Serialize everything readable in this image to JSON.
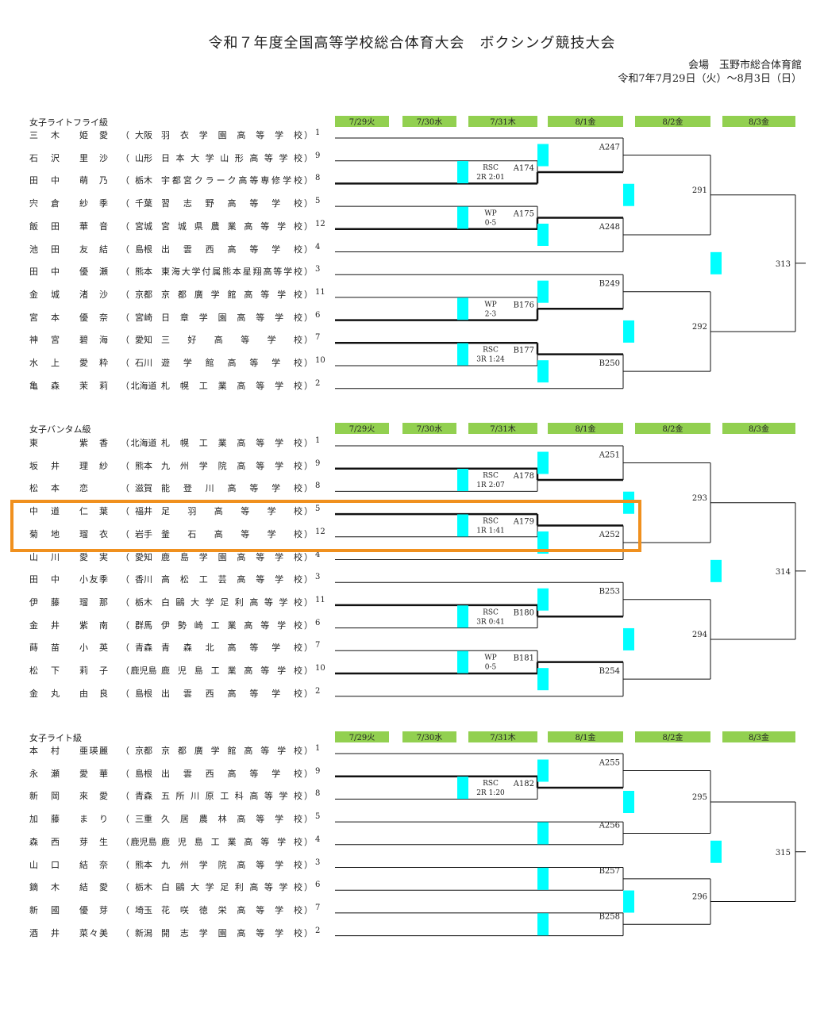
{
  "header": {
    "title": "令和７年度全国高等学校総合体育大会　ボクシング競技大会",
    "venue": "会場　玉野市総合体育館",
    "period": "令和7年7月29日（火）〜8月3日（日）"
  },
  "dates": [
    "7/29火",
    "7/30水",
    "7/31木",
    "8/1金",
    "8/2金",
    "8/3金"
  ],
  "colors": {
    "date_bg": "#92d050",
    "marker": "#00ffff",
    "highlight": "#f0901e"
  },
  "sections": [
    {
      "title": "女子ライトフライ級",
      "entries": [
        {
          "family": "三木",
          "given": "姫愛",
          "pref": "大阪",
          "school": "羽衣学園高等学校",
          "seed": "1"
        },
        {
          "family": "石沢",
          "given": "里沙",
          "pref": "山形",
          "school": "日本大学山形高等学校",
          "seed": "9"
        },
        {
          "family": "田中",
          "given": "萌乃",
          "pref": "栃木",
          "school": "宇都宮クラーク高等専修学校",
          "seed": "8"
        },
        {
          "family": "宍倉",
          "given": "紗季",
          "pref": "千葉",
          "school": "習志野高等学校",
          "seed": "5"
        },
        {
          "family": "飯田",
          "given": "華音",
          "pref": "宮城",
          "school": "宮城県農業高等学校",
          "seed": "12"
        },
        {
          "family": "池田",
          "given": "友結",
          "pref": "島根",
          "school": "出雲西高等学校",
          "seed": "4"
        },
        {
          "family": "田中",
          "given": "優瀬",
          "pref": "熊本",
          "school": "東海大学付属熊本星翔高等学校",
          "seed": "3"
        },
        {
          "family": "金城",
          "given": "渚沙",
          "pref": "京都",
          "school": "京都廣学館高等学校",
          "seed": "11"
        },
        {
          "family": "宮本",
          "given": "優奈",
          "pref": "宮崎",
          "school": "日章学園高等学校",
          "seed": "6"
        },
        {
          "family": "神宮",
          "given": "碧海",
          "pref": "愛知",
          "school": "三好高等学校",
          "seed": "7"
        },
        {
          "family": "水上",
          "given": "愛粋",
          "pref": "石川",
          "school": "遊学館高等学校",
          "seed": "10"
        },
        {
          "family": "亀森",
          "given": "茉莉",
          "pref": "北海道",
          "school": "札幌工業高等学校",
          "seed": "2"
        }
      ],
      "matches": [
        {
          "code": "A174",
          "round": 1,
          "a": 1,
          "b": 2,
          "winner": "b",
          "method": "RSC",
          "detail": "2R 2:01"
        },
        {
          "code": "A175",
          "round": 1,
          "a": 3,
          "b": 4,
          "winner": "b",
          "method": "WP",
          "detail": "0-5"
        },
        {
          "code": "B176",
          "round": 1,
          "a": 7,
          "b": 8,
          "winner": "b",
          "method": "WP",
          "detail": "2-3"
        },
        {
          "code": "B177",
          "round": 1,
          "a": 9,
          "b": 10,
          "winner": "a",
          "method": "RSC",
          "detail": "3R 1:24"
        },
        {
          "code": "A247",
          "round": 2,
          "a": 0,
          "b": "A174"
        },
        {
          "code": "A248",
          "round": 2,
          "a": "A175",
          "b": 5
        },
        {
          "code": "B249",
          "round": 2,
          "a": 6,
          "b": "B176"
        },
        {
          "code": "B250",
          "round": 2,
          "a": "B177",
          "b": 11
        },
        {
          "code": "291",
          "round": 3,
          "a": "A247",
          "b": "A248"
        },
        {
          "code": "292",
          "round": 3,
          "a": "B249",
          "b": "B250"
        },
        {
          "code": "313",
          "round": 4,
          "a": "291",
          "b": "292"
        }
      ]
    },
    {
      "title": "女子バンタム級",
      "entries": [
        {
          "family": "東",
          "given": "紫香",
          "pref": "北海道",
          "school": "札幌工業高等学校",
          "seed": "1"
        },
        {
          "family": "坂井",
          "given": "理紗",
          "pref": "熊本",
          "school": "九州学院高等学校",
          "seed": "9"
        },
        {
          "family": "松本",
          "given": "恋",
          "pref": "滋賀",
          "school": "能登川高等学校",
          "seed": "8"
        },
        {
          "family": "中道",
          "given": "仁葉",
          "pref": "福井",
          "school": "足羽高等学校",
          "seed": "5"
        },
        {
          "family": "菊地",
          "given": "瑠衣",
          "pref": "岩手",
          "school": "釜石高等学校",
          "seed": "12"
        },
        {
          "family": "山川",
          "given": "愛実",
          "pref": "愛知",
          "school": "鹿島学園高等学校",
          "seed": "4"
        },
        {
          "family": "田中",
          "given": "小友季",
          "pref": "香川",
          "school": "高松工芸高等学校",
          "seed": "3"
        },
        {
          "family": "伊藤",
          "given": "瑠那",
          "pref": "栃木",
          "school": "白鷗大学足利高等学校",
          "seed": "11"
        },
        {
          "family": "金井",
          "given": "紫南",
          "pref": "群馬",
          "school": "伊勢崎工業高等学校",
          "seed": "6"
        },
        {
          "family": "蒔苗",
          "given": "小英",
          "pref": "青森",
          "school": "青森北高等学校",
          "seed": "7"
        },
        {
          "family": "松下",
          "given": "莉子",
          "pref": "鹿児島",
          "school": "鹿児島工業高等学校",
          "seed": "10"
        },
        {
          "family": "金丸",
          "given": "由良",
          "pref": "島根",
          "school": "出雲西高等学校",
          "seed": "2"
        }
      ],
      "matches": [
        {
          "code": "A178",
          "round": 1,
          "a": 1,
          "b": 2,
          "winner": "a",
          "method": "RSC",
          "detail": "1R 2:07"
        },
        {
          "code": "A179",
          "round": 1,
          "a": 3,
          "b": 4,
          "winner": "a",
          "method": "RSC",
          "detail": "1R 1:41"
        },
        {
          "code": "B180",
          "round": 1,
          "a": 7,
          "b": 8,
          "winner": "a",
          "method": "RSC",
          "detail": "3R 0:41"
        },
        {
          "code": "B181",
          "round": 1,
          "a": 9,
          "b": 10,
          "winner": "b",
          "method": "WP",
          "detail": "0-5"
        },
        {
          "code": "A251",
          "round": 2,
          "a": 0,
          "b": "A178"
        },
        {
          "code": "A252",
          "round": 2,
          "a": "A179",
          "b": 5
        },
        {
          "code": "B253",
          "round": 2,
          "a": 6,
          "b": "B180"
        },
        {
          "code": "B254",
          "round": 2,
          "a": "B181",
          "b": 11
        },
        {
          "code": "293",
          "round": 3,
          "a": "A251",
          "b": "A252"
        },
        {
          "code": "294",
          "round": 3,
          "a": "B253",
          "b": "B254"
        },
        {
          "code": "314",
          "round": 4,
          "a": "293",
          "b": "294"
        }
      ]
    },
    {
      "title": "女子ライト級",
      "entries": [
        {
          "family": "本村",
          "given": "亜瑛麗",
          "pref": "京都",
          "school": "京都廣学館高等学校",
          "seed": "1"
        },
        {
          "family": "永瀬",
          "given": "愛華",
          "pref": "島根",
          "school": "出雲西高等学校",
          "seed": "9"
        },
        {
          "family": "新岡",
          "given": "來愛",
          "pref": "青森",
          "school": "五所川原工科高等学校",
          "seed": "8"
        },
        {
          "family": "加藤",
          "given": "まり",
          "pref": "三重",
          "school": "久居農林高等学校",
          "seed": "5"
        },
        {
          "family": "森西",
          "given": "芽生",
          "pref": "鹿児島",
          "school": "鹿児島工業高等学校",
          "seed": "4"
        },
        {
          "family": "山口",
          "given": "結奈",
          "pref": "熊本",
          "school": "九州学院高等学校",
          "seed": "3"
        },
        {
          "family": "鏑木",
          "given": "結愛",
          "pref": "栃木",
          "school": "白鷗大学足利高等学校",
          "seed": "6"
        },
        {
          "family": "新國",
          "given": "優芽",
          "pref": "埼玉",
          "school": "花咲徳栄高等学校",
          "seed": "7"
        },
        {
          "family": "酒井",
          "given": "菜々美",
          "pref": "新潟",
          "school": "開志学園高等学校",
          "seed": "2"
        }
      ],
      "matches": [
        {
          "code": "A182",
          "round": 1,
          "a": 1,
          "b": 2,
          "winner": "a",
          "method": "RSC",
          "detail": "2R 1:20"
        },
        {
          "code": "A255",
          "round": 2,
          "a": 0,
          "b": "A182"
        },
        {
          "code": "A256",
          "round": 2,
          "a": 3,
          "b": 4
        },
        {
          "code": "B257",
          "round": 2,
          "a": 5,
          "b": 6
        },
        {
          "code": "B258",
          "round": 2,
          "a": 7,
          "b": 8
        },
        {
          "code": "295",
          "round": 3,
          "a": "A255",
          "b": "A256"
        },
        {
          "code": "296",
          "round": 3,
          "a": "B257",
          "b": "B258"
        },
        {
          "code": "315",
          "round": 4,
          "a": "295",
          "b": "296"
        }
      ]
    }
  ]
}
